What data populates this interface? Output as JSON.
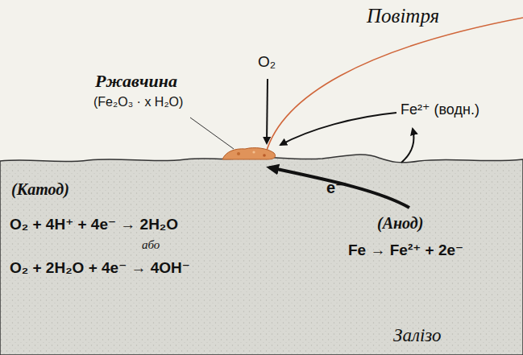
{
  "diagram": {
    "labels": [
      "Повітря",
      "Ржавчина",
      "(Fe₂O₃ · x H₂O)",
      "O₂",
      "Fe²⁺ (водн.)",
      "(Катод)",
      "e⁻",
      "(Анод)",
      "O₂ + 4H⁺ + 4e⁻ → 2H₂O",
      "або",
      "O₂ + 2H₂O + 4e⁻ → 4OH⁻",
      "Fe → Fe²⁺ + 2e⁻",
      "Залізо"
    ]
  }
}
